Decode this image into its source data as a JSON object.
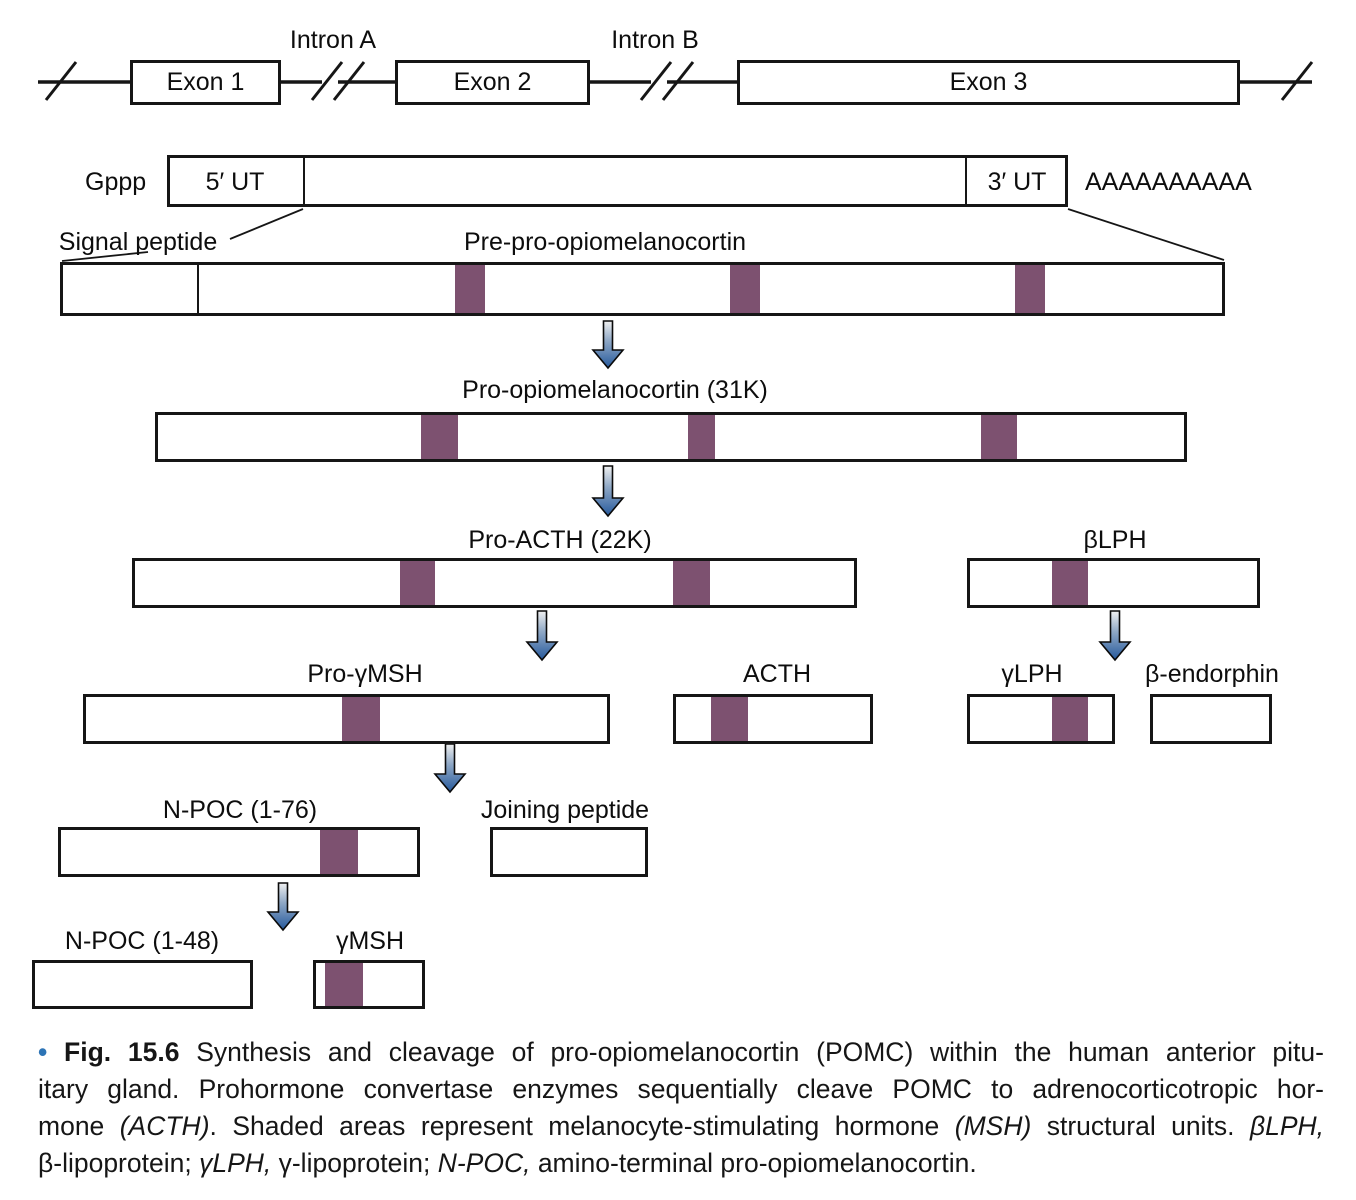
{
  "colors": {
    "msh_band": "#7d5170",
    "arrow_blue_deep": "#26599c",
    "arrow_gradient_top": "#f0f0f0",
    "caption_bullet_blue": "#2d74b6",
    "line_black": "#161616"
  },
  "gene": {
    "intron_a": "Intron A",
    "intron_b": "Intron B",
    "exon_1": "Exon 1",
    "exon_2": "Exon 2",
    "exon_3": "Exon 3"
  },
  "mrna": {
    "cap": "Gppp",
    "utr_5": "5′ UT",
    "utr_3": "3′ UT",
    "poly_a": "AAAAAAAAAA"
  },
  "labels": {
    "signal_peptide": "Signal peptide",
    "pre_pro": "Pre-pro-opiomelanocortin",
    "pomc_31k": "Pro-opiomelanocortin (31K)",
    "pro_acth_22k": "Pro-ACTH (22K)",
    "blph": "βLPH",
    "pro_gmsh": "Pro-γMSH",
    "acth": "ACTH",
    "glph": "γLPH",
    "b_endorphin": "β-endorphin",
    "n_poc_76": "N-POC (1-76)",
    "joining_peptide": "Joining peptide",
    "n_poc_48": "N-POC (1-48)",
    "gmsh": "γMSH"
  },
  "caption": {
    "bullet": "•",
    "fig_label": "Fig. 15.6",
    "line1_rest": "Synthesis and cleavage of pro-opiomelanocortin (POMC) within the human anterior pitu-",
    "line2": "itary gland. Prohormone convertase enzymes sequentially cleave POMC to adrenocorticotropic hor-",
    "line3_a": "mone ",
    "line3_acth": "(ACTH)",
    "line3_b": ". Shaded areas represent melanocyte-stimulating hormone ",
    "line3_msh": "(MSH)",
    "line3_c": " structural units. ",
    "line3_blph": "βLPH,",
    "line4_a": "β-lipoprotein; ",
    "line4_glph": "γLPH,",
    "line4_b": " γ-lipoprotein; ",
    "line4_npoc": "N-POC,",
    "line4_c": " amino-terminal pro-opiomelanocortin."
  }
}
